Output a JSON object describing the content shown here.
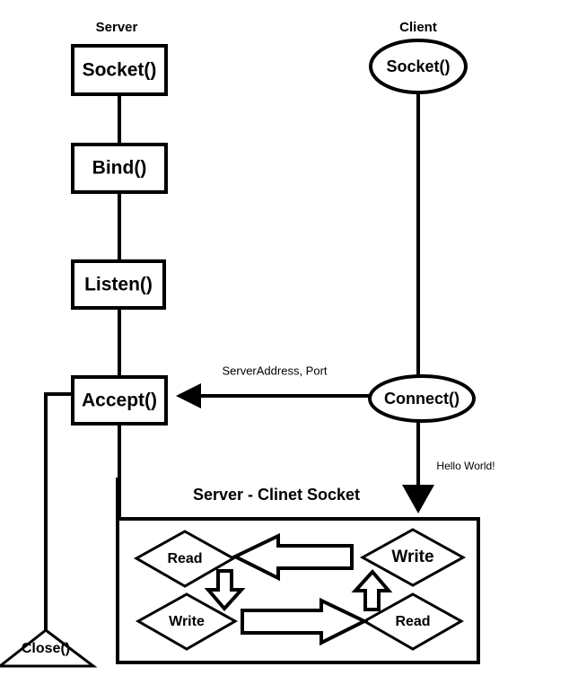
{
  "diagram": {
    "title_server_column": "Server",
    "title_client_column": "Client",
    "colors": {
      "stroke": "#000000",
      "fill": "#ffffff",
      "background": "#ffffff"
    },
    "server_flow": [
      {
        "id": "server-socket",
        "label": "Socket()",
        "shape": "rectangle"
      },
      {
        "id": "server-bind",
        "label": "Bind()",
        "shape": "rectangle"
      },
      {
        "id": "server-listen",
        "label": "Listen()",
        "shape": "rectangle"
      },
      {
        "id": "server-accept",
        "label": "Accept()",
        "shape": "rectangle"
      },
      {
        "id": "server-close",
        "label": "Close()",
        "shape": "triangle"
      }
    ],
    "client_flow": [
      {
        "id": "client-socket",
        "label": "Socket()",
        "shape": "ellipse"
      },
      {
        "id": "client-connect",
        "label": "Connect()",
        "shape": "ellipse"
      }
    ],
    "edge_labels": {
      "connect_to_accept": "ServerAddress, Port",
      "connect_to_socketbox": "Hello World!"
    },
    "socket_group": {
      "title": "Server - Clinet Socket",
      "nodes": [
        {
          "id": "server-read",
          "label": "Read",
          "side": "server",
          "row": "top"
        },
        {
          "id": "client-write",
          "label": "Write",
          "side": "client",
          "row": "top"
        },
        {
          "id": "server-write",
          "label": "Write",
          "side": "server",
          "row": "bottom"
        },
        {
          "id": "client-read",
          "label": "Read",
          "side": "client",
          "row": "bottom"
        }
      ],
      "arrows": [
        {
          "id": "arrow-write-to-read-left",
          "direction": "left"
        },
        {
          "id": "arrow-read-to-write-down",
          "direction": "down"
        },
        {
          "id": "arrow-write-to-read-right",
          "direction": "right"
        },
        {
          "id": "arrow-read-to-write-up",
          "direction": "up"
        }
      ]
    }
  }
}
